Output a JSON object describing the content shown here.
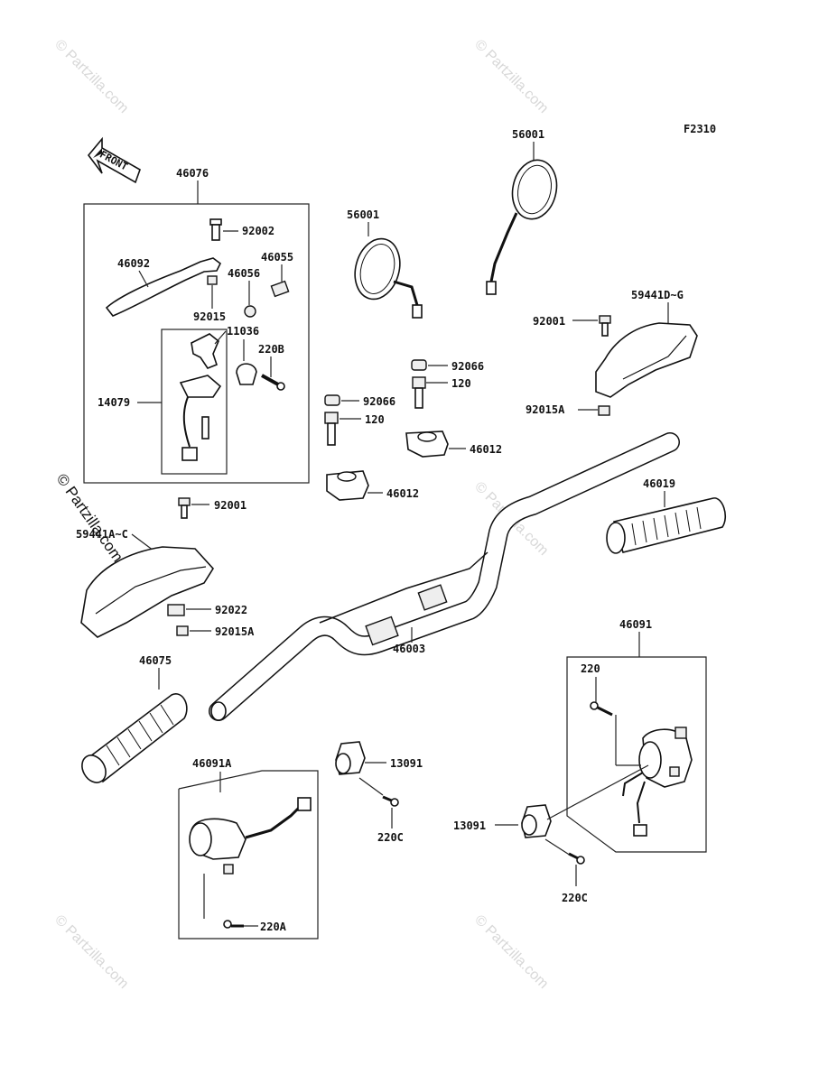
{
  "figure_code": "F2310",
  "front_label": "FRONT",
  "watermark": "© Partzilla.com",
  "parts": {
    "p46076": "46076",
    "p92002": "92002",
    "p46092": "46092",
    "p46055": "46055",
    "p46056": "46056",
    "p92015": "92015",
    "p11036": "11036",
    "p220B": "220B",
    "p14079": "14079",
    "p56001a": "56001",
    "p56001b": "56001",
    "p59441DG": "59441D~G",
    "p92001a": "92001",
    "p92066a": "92066",
    "p120a": "120",
    "p92066b": "92066",
    "p120b": "120",
    "p92015Aa": "92015A",
    "p46012a": "46012",
    "p46012b": "46012",
    "p46019": "46019",
    "p92001b": "92001",
    "p59441AC": "59441A~C",
    "p92022": "92022",
    "p92015Ab": "92015A",
    "p46003": "46003",
    "p46075": "46075",
    "p46091": "46091",
    "p220": "220",
    "p46091A": "46091A",
    "p13091a": "13091",
    "p220Ca": "220C",
    "p13091b": "13091",
    "p220Cb": "220C",
    "p220A": "220A"
  }
}
